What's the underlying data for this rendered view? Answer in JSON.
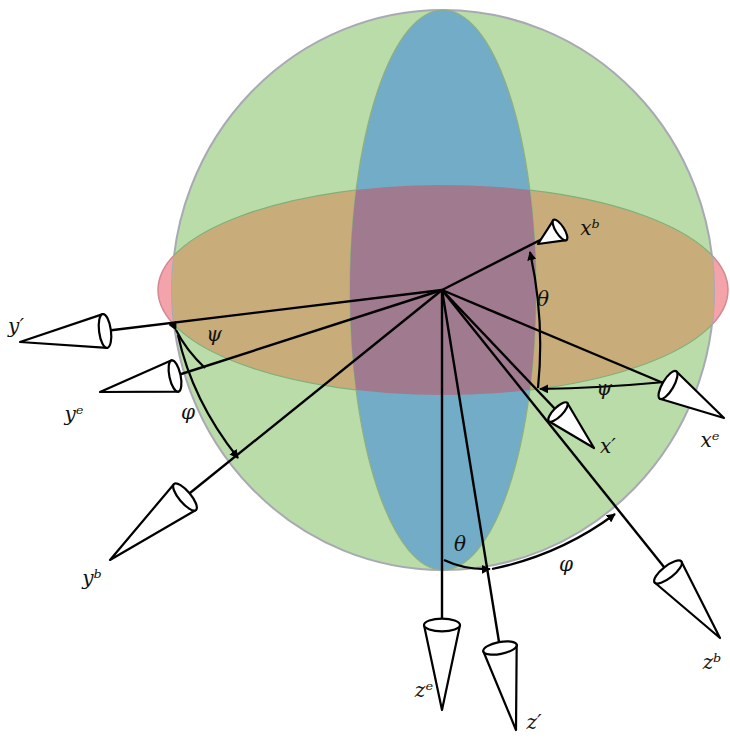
{
  "diagram": {
    "labels": [
      "y′",
      "yᵉ",
      "yᵇ",
      "xᵇ",
      "x′",
      "xᵉ",
      "zᵉ",
      "z′",
      "zᵇ",
      "ψ",
      "ψ",
      "φ",
      "φ",
      "θ",
      "θ"
    ]
  }
}
